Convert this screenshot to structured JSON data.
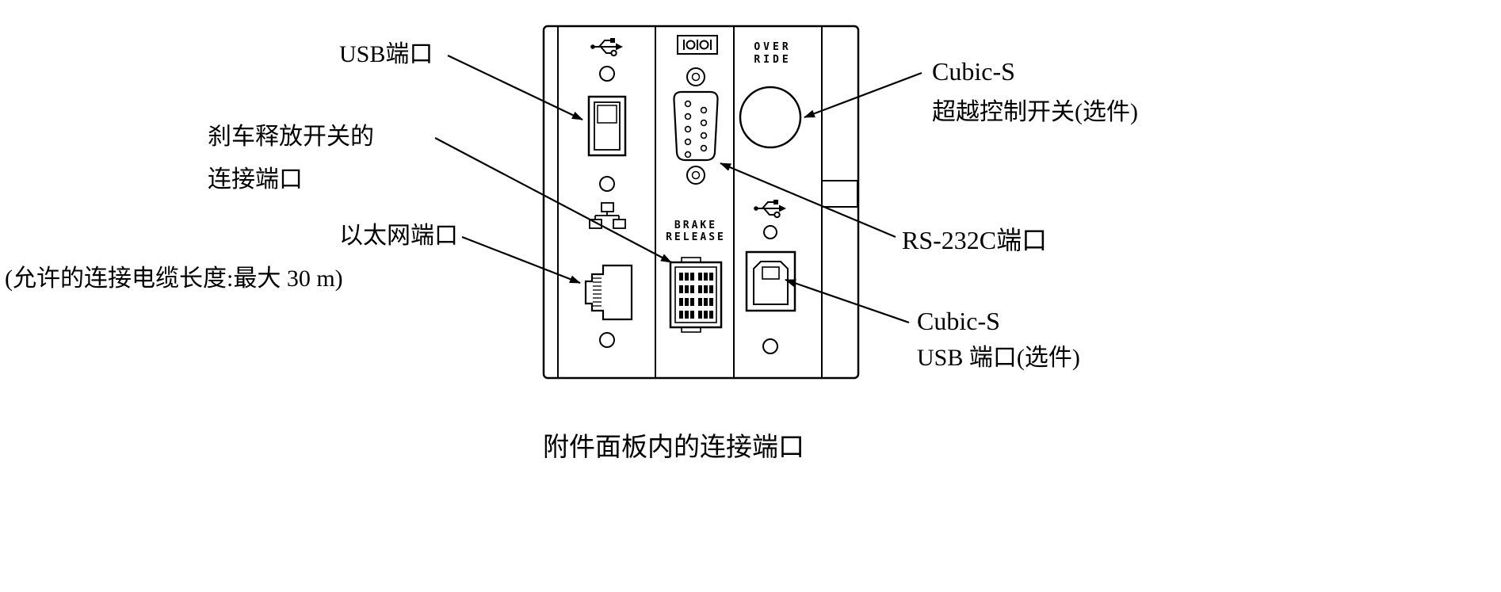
{
  "diagram": {
    "caption": "附件面板内的连接端口",
    "panel_text": {
      "override_line1": "OVER",
      "override_line2": "RIDE",
      "brake_line1": "BRAKE",
      "brake_line2": "RELEASE"
    },
    "callouts": {
      "usb_port": {
        "text": "USB端口"
      },
      "brake_release_port": {
        "line1": "刹车释放开关的",
        "line2": "连接端口"
      },
      "ethernet_port": {
        "line1": "以太网端口",
        "line2": "(允许的连接电缆长度:最大 30 m)"
      },
      "cubic_s_override": {
        "line1": "Cubic-S",
        "line2": "超越控制开关(选件)"
      },
      "rs232c_port": {
        "text": "RS-232C端口"
      },
      "cubic_s_usb": {
        "line1": "Cubic-S",
        "line2": "USB 端口(选件)"
      }
    },
    "icons": {
      "top_left": "usb-trident-icon",
      "mid_left": "ethernet-icon",
      "top_middle": "serial-port-icon",
      "mid_right": "usb-trident-icon"
    },
    "colors": {
      "line": "#000000",
      "background": "#ffffff"
    }
  }
}
